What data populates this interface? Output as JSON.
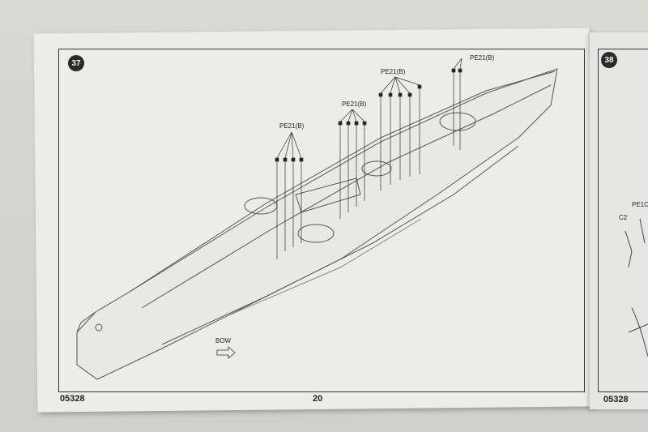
{
  "left_page": {
    "step_number": "37",
    "part_labels": [
      "PE21(B)",
      "PE21(B)",
      "PE21(B)",
      "PE21(B)"
    ],
    "bow_marker": "BOW",
    "catalog_number": "05328",
    "page_number": "20"
  },
  "right_page": {
    "step_number": "38",
    "part_labels": [
      "PE1C",
      "C2"
    ],
    "catalog_number": "05328"
  }
}
